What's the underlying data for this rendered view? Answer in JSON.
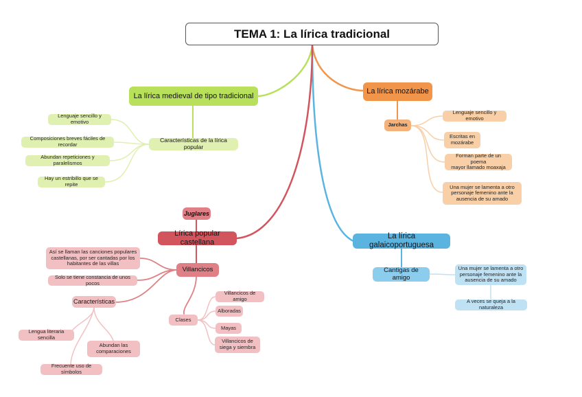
{
  "title": "TEMA 1: La lírica tradicional",
  "colors": {
    "green": "#b8e05a",
    "orange": "#f1954b",
    "blue": "#5bb4e0",
    "red": "#d2555d"
  },
  "medieval": {
    "label": "La lírica medieval de tipo tradicional",
    "caracteristicas": {
      "label": "Características de la lírica popular",
      "items": [
        "Lenguaje sencillo y emotivo",
        "Composiciones breves fáciles de recordar",
        "Abundan repeticiones y paralelismos",
        "Hay un estribillo que se repite"
      ]
    }
  },
  "mozarabe": {
    "label": "La lírica mozárabe",
    "jarchas": {
      "label": "Jarchas",
      "items": [
        "Lenguaje sencillo y emotivo",
        "Escritas en\nmozárabe",
        "Forman parte de un poema\nmayor llamado moaxaja",
        "Una mujer se lamenta a otro\npersonaje femenino ante la\nausencia de su amado"
      ]
    }
  },
  "galaico": {
    "label": "La lírica galaicoportuguesa",
    "cantigas": {
      "label": "Cantigas de amigo",
      "items": [
        "Una mujer se lamenta a otro\npersonaje femenino ante la\nausencia de su amado",
        "A veces se queja a la naturaleza"
      ]
    }
  },
  "castellana": {
    "label": "Lírica popular castellana",
    "juglares": "Juglares",
    "villancicos": {
      "label": "Villancicos",
      "items": [
        "Así se llaman las canciones populares\ncastellanas, por ser cantadas por los\nhabitantes de las villas",
        "Solo se tiene constancia de unos pocos"
      ],
      "caracteristicas": {
        "label": "Características",
        "items": [
          "Lengua literaria sencilla",
          "Abundan las\ncomparaciones",
          "Frecuente uso de símbolos"
        ]
      },
      "clases": {
        "label": "Clases",
        "items": [
          "Villancicos de amigo",
          "Alboradas",
          "Mayas",
          "Villancicos de\nsiega y siembra"
        ]
      }
    }
  }
}
